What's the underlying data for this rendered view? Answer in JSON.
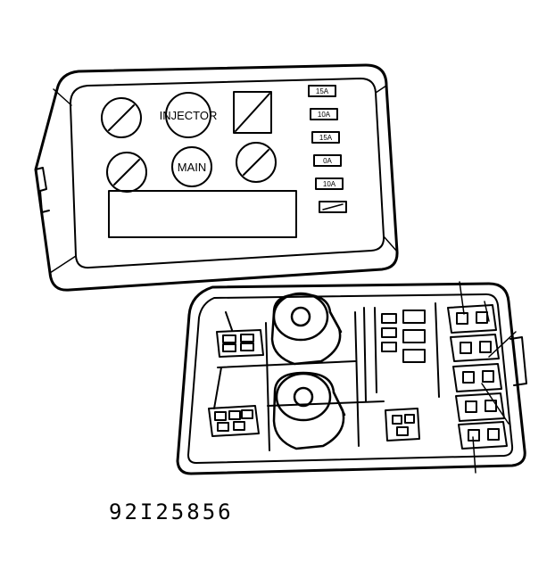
{
  "diagram": {
    "cover_labels": {
      "injector": "INJECTOR",
      "main": "MAIN"
    },
    "fuse_ratings": [
      "15A",
      "10A",
      "15A",
      "0A",
      "10A"
    ],
    "figure_id": "92I25856"
  },
  "colors": {
    "ink": "#000000",
    "paper": "#ffffff"
  }
}
